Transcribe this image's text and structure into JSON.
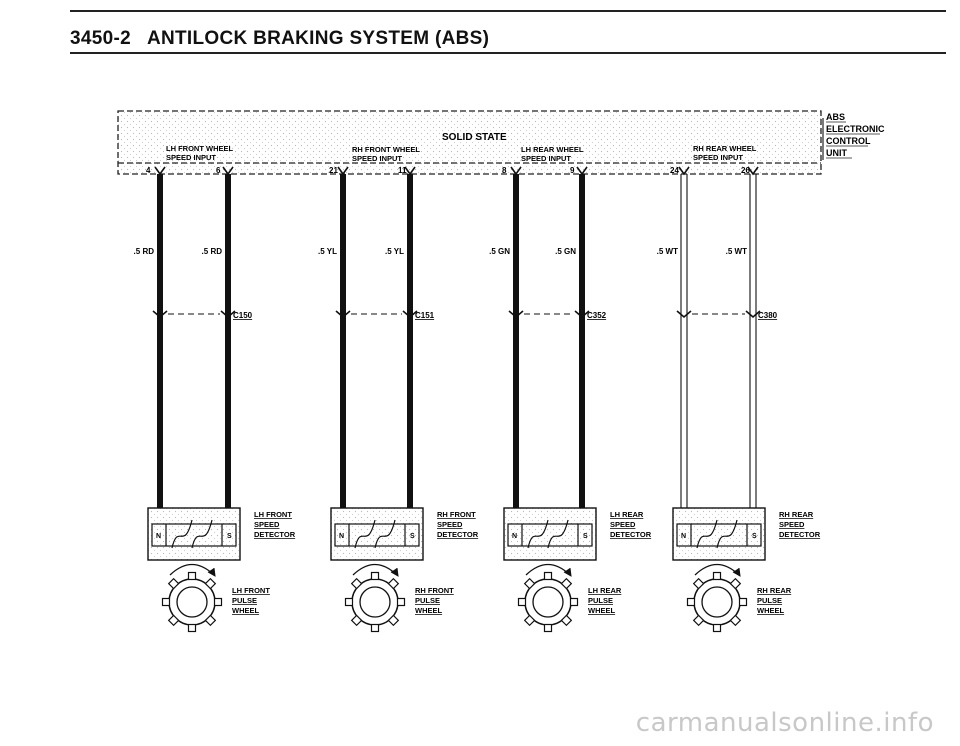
{
  "header": {
    "code": "3450-2",
    "title": "ANTILOCK BRAKING SYSTEM (ABS)"
  },
  "module": {
    "state_label": "SOLID STATE",
    "name_lines": [
      "ABS",
      "ELECTRONIC",
      "CONTROL",
      "UNIT"
    ],
    "inputs": [
      {
        "line1": "LH FRONT WHEEL",
        "line2": "SPEED INPUT"
      },
      {
        "line1": "RH FRONT WHEEL",
        "line2": "SPEED INPUT"
      },
      {
        "line1": "LH REAR WHEEL",
        "line2": "SPEED INPUT"
      },
      {
        "line1": "RH REAR WHEEL",
        "line2": "SPEED INPUT"
      }
    ]
  },
  "circuits": [
    {
      "pins": [
        "4",
        "6"
      ],
      "wires": [
        ".5 RD",
        ".5 RD"
      ],
      "connector": "C150",
      "sensor": [
        "LH FRONT",
        "SPEED",
        "DETECTOR"
      ],
      "wheel": [
        "LH FRONT",
        "PULSE",
        "WHEEL"
      ]
    },
    {
      "pins": [
        "21",
        "11"
      ],
      "wires": [
        ".5 YL",
        ".5 YL"
      ],
      "connector": "C151",
      "sensor": [
        "RH FRONT",
        "SPEED",
        "DETECTOR"
      ],
      "wheel": [
        "RH FRONT",
        "PULSE",
        "WHEEL"
      ]
    },
    {
      "pins": [
        "8",
        "9"
      ],
      "wires": [
        ".5 GN",
        ".5 GN"
      ],
      "connector": "C352",
      "sensor": [
        "LH REAR",
        "SPEED",
        "DETECTOR"
      ],
      "wheel": [
        "LH REAR",
        "PULSE",
        "WHEEL"
      ]
    },
    {
      "pins": [
        "24",
        "26"
      ],
      "wires": [
        ".5 WT",
        ".5 WT"
      ],
      "connector": "C380",
      "sensor": [
        "RH REAR",
        "SPEED",
        "DETECTOR"
      ],
      "wheel": [
        "RH REAR",
        "PULSE",
        "WHEEL"
      ]
    }
  ],
  "sensor_pole_labels": [
    "N",
    "S"
  ],
  "watermark": "carmanualsonline.info"
}
